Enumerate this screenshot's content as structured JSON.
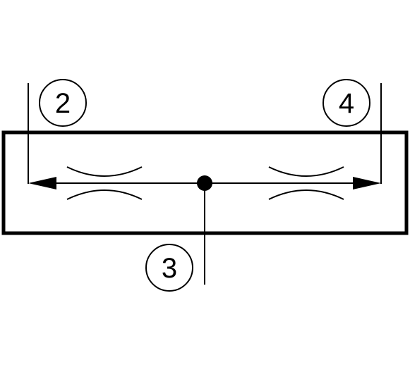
{
  "colors": {
    "line": "#000000",
    "background": "#ffffff"
  },
  "callouts": [
    {
      "id": "port-2",
      "label": "2"
    },
    {
      "id": "port-3",
      "label": "3"
    },
    {
      "id": "port-4",
      "label": "4"
    }
  ],
  "symbols": {
    "left-restriction": "throttle-icon",
    "right-restriction": "throttle-icon",
    "junction": "junction-dot-icon"
  }
}
